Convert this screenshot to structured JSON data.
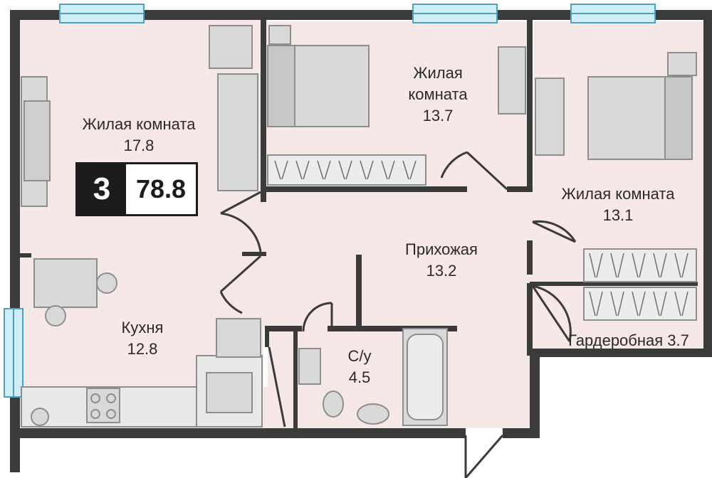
{
  "plan": {
    "rooms_count": "3",
    "total_area": "78.8",
    "rooms": [
      {
        "name": "Жилая комната",
        "area": "17.8"
      },
      {
        "name": "Жилая",
        "name2": "комната",
        "area": "13.7"
      },
      {
        "name": "Жилая комната",
        "area": "13.1"
      },
      {
        "name": "Прихожая",
        "area": "13.2"
      },
      {
        "name": "Кухня",
        "area": "12.8"
      },
      {
        "name": "С/у",
        "area": "4.5"
      },
      {
        "name": "Гардеробная 3.7"
      }
    ]
  },
  "colors": {
    "floor": "#f6e8e6",
    "wall": "#3b3b3b",
    "window": "#cfeef6",
    "window_frame": "#4aa3c4",
    "furniture": "#8e8e8e",
    "furniture_light": "#d9d9d9",
    "badge_dark": "#1c1c1c"
  }
}
